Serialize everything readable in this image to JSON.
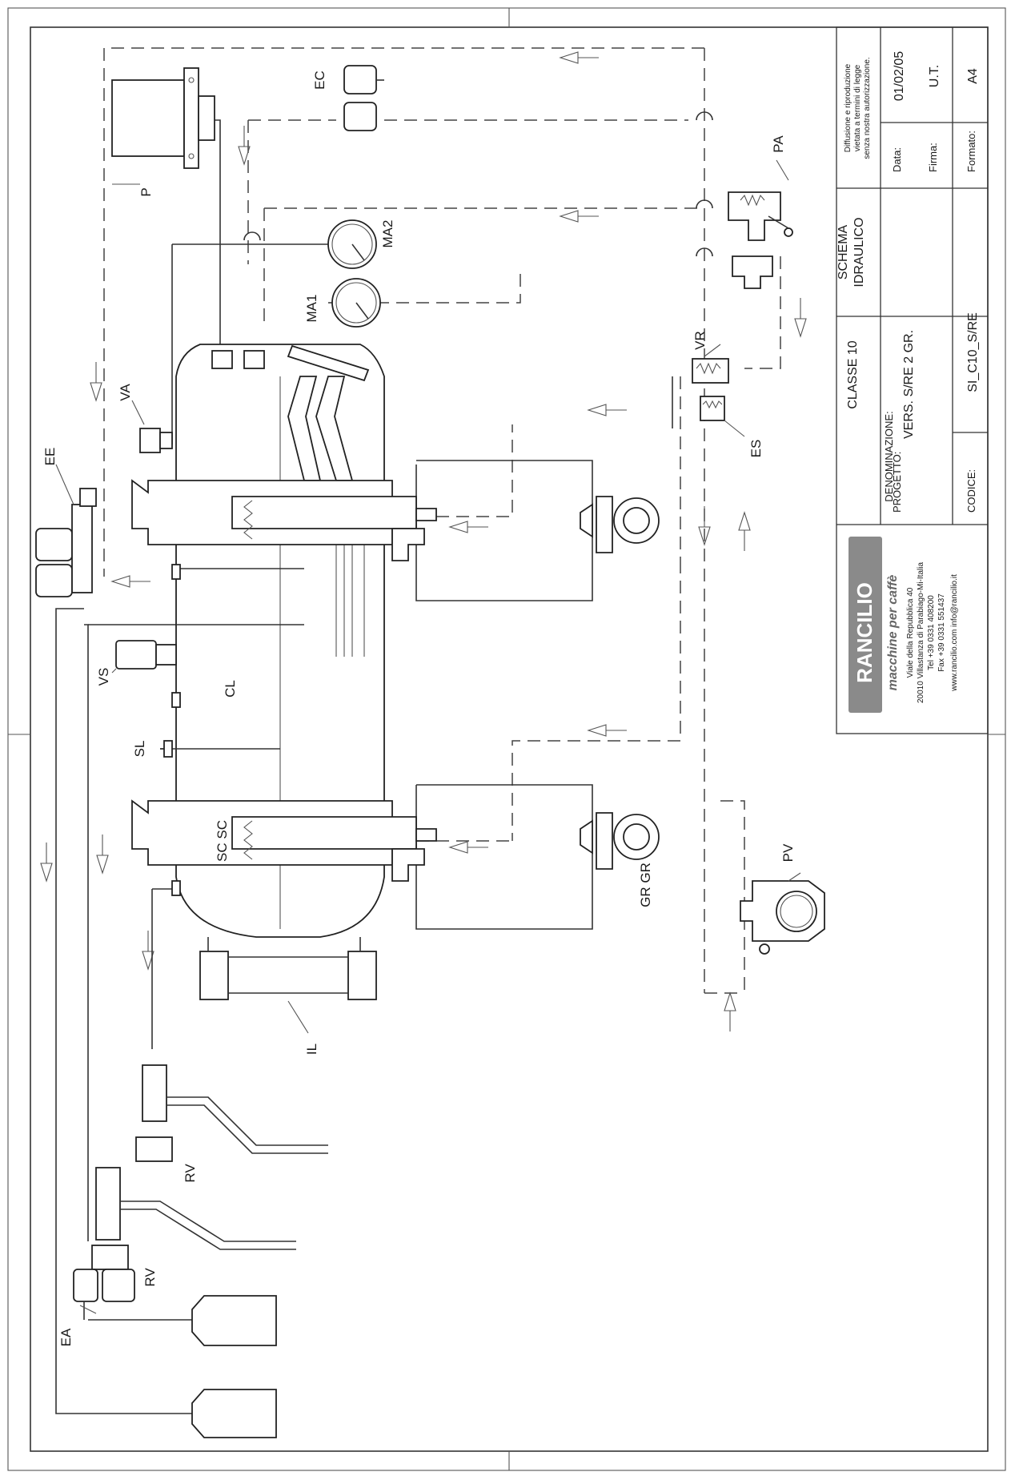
{
  "labels": {
    "P": "P",
    "EC": "EC",
    "PA": "PA",
    "MA1": "MA1",
    "MA2": "MA2",
    "VA": "VA",
    "EE": "EE",
    "VR": "VR",
    "ES": "ES",
    "VS": "VS",
    "CL": "CL",
    "SL": "SL",
    "SC": "SC SC",
    "GR": "GR GR",
    "PV": "PV",
    "IL": "IL",
    "RV1": "RV",
    "RV2": "RV",
    "EA": "EA"
  },
  "title_block": {
    "notice": [
      "Diffusione e riproduzione",
      "vietata a termini di legge",
      "senza nostra autorizzazione."
    ],
    "date_label": "Data:",
    "date": "01/02/05",
    "signature_label": "Firma:",
    "signature": "U.T.",
    "format_label": "Formato:",
    "format": "A4",
    "title": [
      "SCHEMA",
      "IDRAULICO"
    ],
    "project_label": "PROGETTO:",
    "project": "CLASSE 10",
    "name_label": "DENOMINAZIONE:",
    "name": "VERS. S/RE 2 GR.",
    "code_label": "CODICE:",
    "code": "SI_C10_S/RE",
    "brand": "RANCILIO",
    "tagline": "macchine per caffè",
    "address": [
      "Viale della Repubblica 40",
      "20010 Villastanza di Parabiago-Mi-Italia",
      "Tel +39 0331 408200",
      "Fax +39 0331 551437",
      "www.rancilio.com   info@rancilio.it"
    ]
  }
}
